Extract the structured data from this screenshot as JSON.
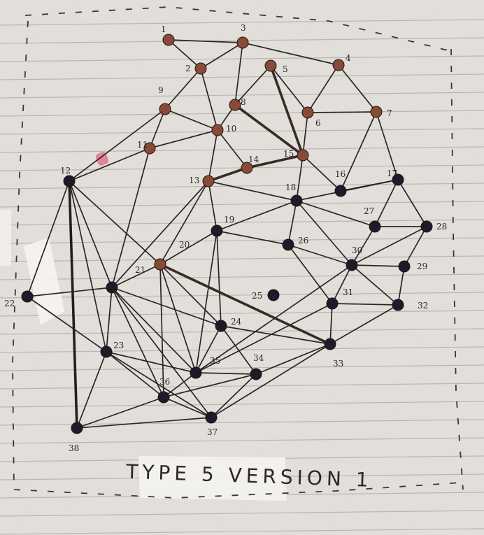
{
  "caption": "TYPE 5 VERSION 1",
  "colors": {
    "paper": "#e8e6e2",
    "tape": "#f3f2ee",
    "ink": "#2b2624",
    "node_brown": "#8a4a38",
    "node_dark": "#1f1a2a",
    "pink_mark": "#e0607c"
  },
  "nodes": [
    {
      "id": "1",
      "label": "1",
      "color": "brown"
    },
    {
      "id": "2",
      "label": "2",
      "color": "brown"
    },
    {
      "id": "3",
      "label": "3",
      "color": "brown"
    },
    {
      "id": "4",
      "label": "4",
      "color": "brown"
    },
    {
      "id": "5",
      "label": "5",
      "color": "brown"
    },
    {
      "id": "6",
      "label": "6",
      "color": "brown"
    },
    {
      "id": "7",
      "label": "7",
      "color": "brown"
    },
    {
      "id": "8",
      "label": "8",
      "color": "brown"
    },
    {
      "id": "9",
      "label": "9",
      "color": "brown"
    },
    {
      "id": "10",
      "label": "10",
      "color": "brown"
    },
    {
      "id": "11",
      "label": "11",
      "color": "brown"
    },
    {
      "id": "12",
      "label": "12",
      "color": "dark"
    },
    {
      "id": "13",
      "label": "13",
      "color": "brown"
    },
    {
      "id": "14",
      "label": "14",
      "color": "brown"
    },
    {
      "id": "15",
      "label": "15",
      "color": "brown"
    },
    {
      "id": "16",
      "label": "16",
      "color": "dark"
    },
    {
      "id": "17",
      "label": "17",
      "color": "dark"
    },
    {
      "id": "18",
      "label": "18",
      "color": "dark"
    },
    {
      "id": "19",
      "label": "19",
      "color": "dark"
    },
    {
      "id": "20",
      "label": "20",
      "color": "dark"
    },
    {
      "id": "21",
      "label": "21",
      "color": "brown"
    },
    {
      "id": "21b",
      "label": "",
      "color": "dark"
    },
    {
      "id": "22",
      "label": "22",
      "color": "dark"
    },
    {
      "id": "23",
      "label": "23",
      "color": "dark"
    },
    {
      "id": "24",
      "label": "24",
      "color": "dark"
    },
    {
      "id": "25",
      "label": "25",
      "color": "dark"
    },
    {
      "id": "26",
      "label": "26",
      "color": "dark"
    },
    {
      "id": "27",
      "label": "27",
      "color": "dark"
    },
    {
      "id": "28",
      "label": "28",
      "color": "dark"
    },
    {
      "id": "29",
      "label": "29",
      "color": "dark"
    },
    {
      "id": "30",
      "label": "30",
      "color": "dark"
    },
    {
      "id": "31",
      "label": "31",
      "color": "dark"
    },
    {
      "id": "32",
      "label": "32",
      "color": "dark"
    },
    {
      "id": "33",
      "label": "33",
      "color": "dark"
    },
    {
      "id": "34",
      "label": "34",
      "color": "dark"
    },
    {
      "id": "35",
      "label": "35",
      "color": "dark"
    },
    {
      "id": "36",
      "label": "36",
      "color": "dark"
    },
    {
      "id": "37",
      "label": "37",
      "color": "dark"
    },
    {
      "id": "38",
      "label": "38",
      "color": "dark"
    }
  ],
  "edges": [
    [
      "1",
      "3"
    ],
    [
      "1",
      "2"
    ],
    [
      "2",
      "3"
    ],
    [
      "3",
      "8"
    ],
    [
      "3",
      "4"
    ],
    [
      "2",
      "9"
    ],
    [
      "2",
      "10"
    ],
    [
      "4",
      "6"
    ],
    [
      "4",
      "7"
    ],
    [
      "5",
      "8"
    ],
    [
      "5",
      "6"
    ],
    [
      "5",
      "15"
    ],
    [
      "6",
      "7"
    ],
    [
      "6",
      "15"
    ],
    [
      "8",
      "10"
    ],
    [
      "8",
      "15"
    ],
    [
      "9",
      "10"
    ],
    [
      "9",
      "11"
    ],
    [
      "9",
      "12"
    ],
    [
      "10",
      "11"
    ],
    [
      "10",
      "13"
    ],
    [
      "10",
      "14"
    ],
    [
      "11",
      "12"
    ],
    [
      "11",
      "21b"
    ],
    [
      "12",
      "22"
    ],
    [
      "12",
      "21b"
    ],
    [
      "12",
      "23"
    ],
    [
      "12",
      "38"
    ],
    [
      "13",
      "14"
    ],
    [
      "14",
      "15"
    ],
    [
      "13",
      "19"
    ],
    [
      "13",
      "18"
    ],
    [
      "13",
      "20"
    ],
    [
      "13",
      "21b"
    ],
    [
      "15",
      "16"
    ],
    [
      "15",
      "18"
    ],
    [
      "7",
      "16"
    ],
    [
      "7",
      "17"
    ],
    [
      "16",
      "17"
    ],
    [
      "17",
      "18"
    ],
    [
      "17",
      "27"
    ],
    [
      "17",
      "28"
    ],
    [
      "18",
      "19"
    ],
    [
      "18",
      "26"
    ],
    [
      "18",
      "27"
    ],
    [
      "18",
      "30"
    ],
    [
      "27",
      "28"
    ],
    [
      "27",
      "30"
    ],
    [
      "28",
      "29"
    ],
    [
      "28",
      "30"
    ],
    [
      "19",
      "20"
    ],
    [
      "19",
      "24"
    ],
    [
      "19",
      "26"
    ],
    [
      "19",
      "35"
    ],
    [
      "20",
      "21"
    ],
    [
      "20",
      "21b"
    ],
    [
      "21",
      "24"
    ],
    [
      "21",
      "33"
    ],
    [
      "21",
      "39"
    ],
    [
      "21",
      "36"
    ],
    [
      "21b",
      "22"
    ],
    [
      "21b",
      "23"
    ],
    [
      "21b",
      "24"
    ],
    [
      "21b",
      "36"
    ],
    [
      "21b",
      "39"
    ],
    [
      "21b",
      "37"
    ],
    [
      "22",
      "23"
    ],
    [
      "23",
      "36"
    ],
    [
      "23",
      "39"
    ],
    [
      "23",
      "38"
    ],
    [
      "23",
      "37"
    ],
    [
      "24",
      "34"
    ],
    [
      "24",
      "33"
    ],
    [
      "24",
      "39"
    ],
    [
      "26",
      "30"
    ],
    [
      "26",
      "31"
    ],
    [
      "30",
      "35"
    ],
    [
      "30",
      "31"
    ],
    [
      "30",
      "29"
    ],
    [
      "30",
      "32"
    ],
    [
      "29",
      "32"
    ],
    [
      "31",
      "32"
    ],
    [
      "31",
      "35"
    ],
    [
      "31",
      "33"
    ],
    [
      "32",
      "33"
    ],
    [
      "33",
      "34"
    ],
    [
      "34",
      "39"
    ],
    [
      "34",
      "36"
    ],
    [
      "34",
      "37"
    ],
    [
      "33",
      "37"
    ],
    [
      "39",
      "36"
    ],
    [
      "36",
      "37"
    ],
    [
      "36",
      "38"
    ],
    [
      "37",
      "38"
    ],
    [
      "12",
      "21"
    ]
  ],
  "heavy_edges": [
    [
      "13",
      "14"
    ],
    [
      "14",
      "15"
    ],
    [
      "5",
      "15"
    ],
    [
      "8",
      "15"
    ],
    [
      "21",
      "33"
    ]
  ],
  "thick_edges": [
    [
      "12",
      "38"
    ]
  ]
}
